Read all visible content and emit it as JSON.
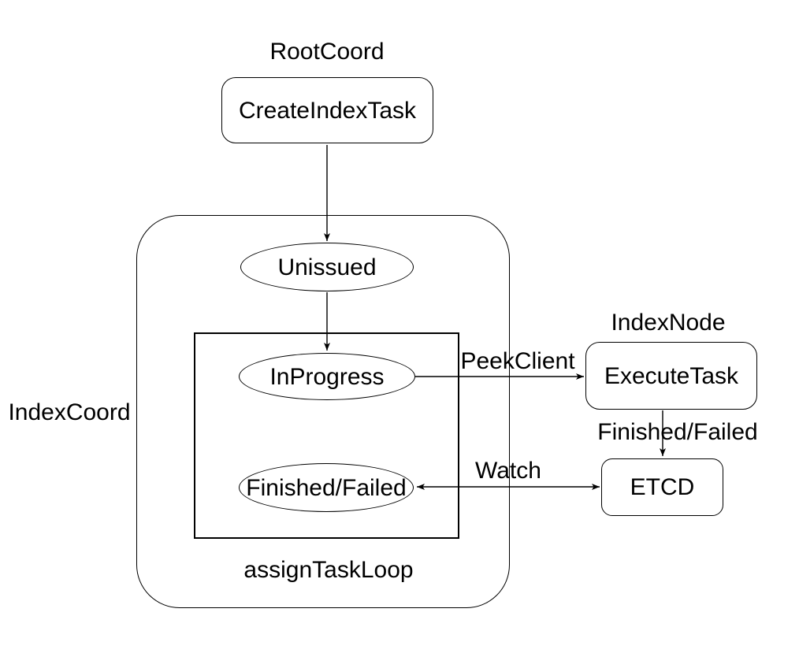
{
  "diagram": {
    "background_color": "#ffffff",
    "line_color": "#000000",
    "group_labels": {
      "root_coord": "RootCoord",
      "index_coord": "IndexCoord",
      "assign_task_loop": "assignTaskLoop",
      "index_node": "IndexNode"
    },
    "nodes": {
      "create_index_task": {
        "label": "CreateIndexTask",
        "shape": "rounded-rect"
      },
      "unissued": {
        "label": "Unissued",
        "shape": "ellipse"
      },
      "in_progress": {
        "label": "InProgress",
        "shape": "ellipse"
      },
      "finished_failed": {
        "label": "Finished/Failed",
        "shape": "ellipse"
      },
      "execute_task": {
        "label": "ExecuteTask",
        "shape": "rounded-rect"
      },
      "etcd": {
        "label": "ETCD",
        "shape": "rounded-rect"
      }
    },
    "edges": [
      {
        "from": "create_index_task",
        "to": "unissued",
        "label": "",
        "bidirectional": false
      },
      {
        "from": "unissued",
        "to": "in_progress",
        "label": "",
        "bidirectional": false
      },
      {
        "from": "in_progress",
        "to": "execute_task",
        "label": "PeekClient",
        "bidirectional": false
      },
      {
        "from": "execute_task",
        "to": "etcd",
        "label": "Finished/Failed",
        "bidirectional": false
      },
      {
        "from": "etcd",
        "to": "finished_failed",
        "label": "Watch",
        "bidirectional": true
      }
    ]
  }
}
